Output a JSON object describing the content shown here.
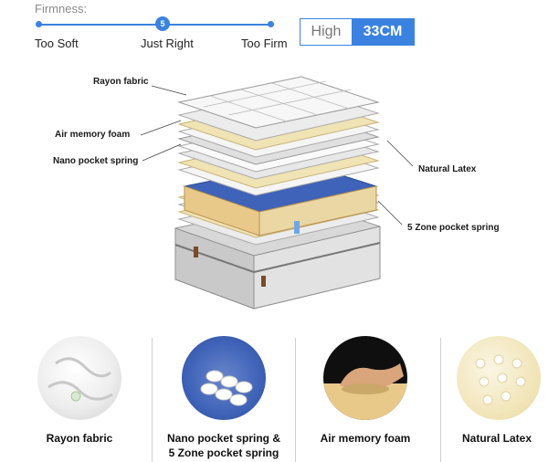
{
  "firmness": {
    "label": "Firmness:",
    "level": "5",
    "ticks": [
      "Too Soft",
      "Just Right",
      "Too Firm"
    ]
  },
  "height": {
    "label": "High",
    "value": "33CM"
  },
  "diagram": {
    "labels": {
      "rayon_fabric": "Rayon fabric",
      "air_memory_foam": "Air memory foam",
      "nano_pocket_spring": "Nano pocket spring",
      "natural_latex": "Natural Latex",
      "zone_pocket_spring": "5 Zone pocket spring"
    }
  },
  "features": [
    {
      "caption": "Rayon fabric"
    },
    {
      "caption_line1": "Nano pocket spring &",
      "caption_line2": "5 Zone pocket spring"
    },
    {
      "caption": "Air memory foam"
    },
    {
      "caption": "Natural Latex"
    }
  ],
  "colors": {
    "accent": "#3b82e0",
    "latex": "#f0e3b4",
    "foam": "#e9c98a",
    "spring_blue": "#3f63b8"
  }
}
